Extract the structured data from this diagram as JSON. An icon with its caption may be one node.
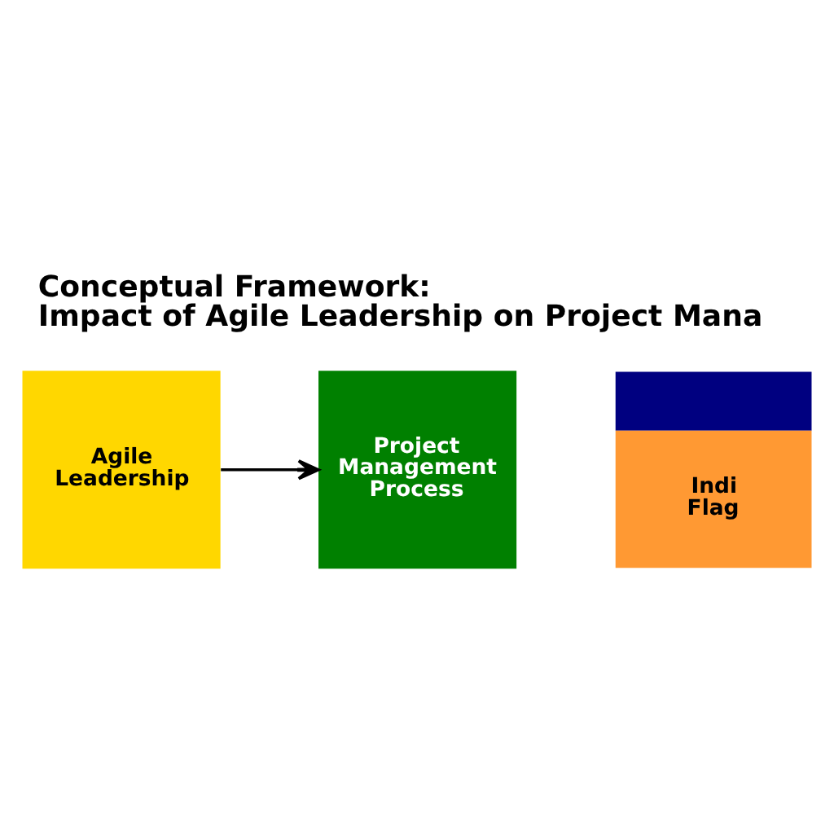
{
  "diagram": {
    "title": "Conceptual Framework: Impact of Agile Leadership on Project Mana",
    "nodes": [
      {
        "text": [
          "Agile Leadership"
        ]
      },
      {
        "text": [
          "Project Management Process"
        ]
      },
      {
        "text": [
          "Indi",
          "Flag"
        ]
      }
    ],
    "edges": [
      {
        "from": 0,
        "to": 1,
        "arrow": "to"
      }
    ]
  }
}
